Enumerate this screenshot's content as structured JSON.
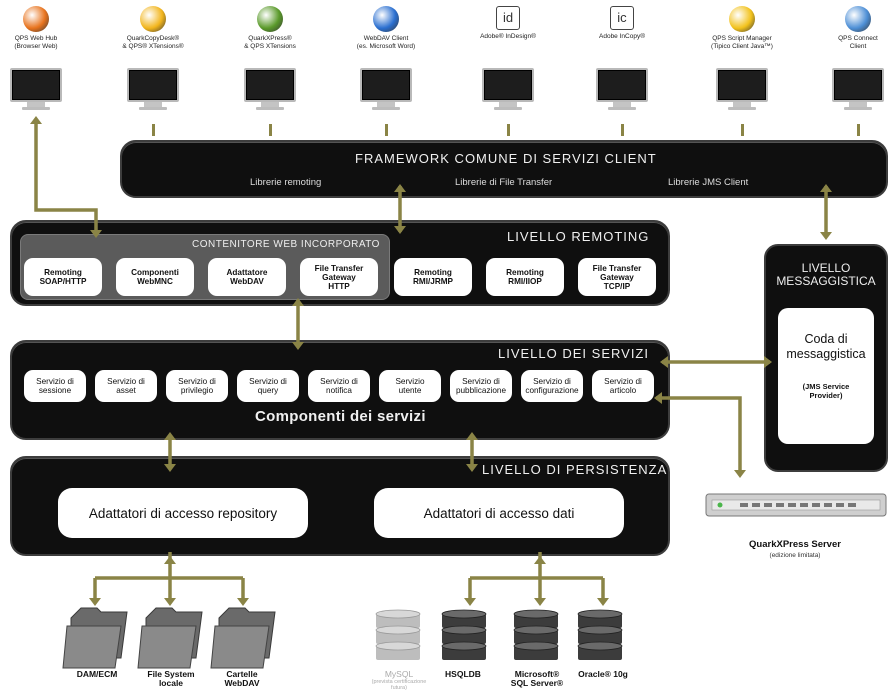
{
  "clients": [
    {
      "label": "QPS Web Hub\n(Browser Web)",
      "icon": "firefox-icon",
      "color": "#e8731d"
    },
    {
      "label": "QuarkCopyDesk®\n& QPS® XTensions®",
      "icon": "quarkcopydesk-icon",
      "color": "#f2b51c"
    },
    {
      "label": "QuarkXPress®\n& QPS XTensions",
      "icon": "quarkxpress-icon",
      "color": "#5a9a2a"
    },
    {
      "label": "WebDAV Client\n(es. Microsoft Word)",
      "icon": "webdav-icon",
      "color": "#2a6fd0"
    },
    {
      "label": "Adobe® InDesign®",
      "icon": "indesign-icon",
      "glyph": "id"
    },
    {
      "label": "Adobe InCopy®",
      "icon": "incopy-icon",
      "glyph": "ic"
    },
    {
      "label": "QPS Script Manager\n(Tipico Client Java™)",
      "icon": "script-manager-icon",
      "color": "#f2c21c"
    },
    {
      "label": "QPS Connect\nClient",
      "icon": "qps-connect-icon",
      "color": "#4d8fd6"
    }
  ],
  "framework": {
    "title": "FRAMEWORK COMUNE DI SERVIZI CLIENT",
    "libs": [
      "Librerie remoting",
      "Librerie di File Transfer",
      "Librerie JMS Client"
    ]
  },
  "remoting": {
    "title": "LIVELLO REMOTING",
    "web_container": "CONTENITORE WEB INCORPORATO",
    "web_items": [
      "Remoting\nSOAP/HTTP",
      "Componenti\nWebMNC",
      "Adattatore\nWebDAV",
      "File Transfer\nGateway\nHTTP"
    ],
    "items": [
      "Remoting\nRMI/JRMP",
      "Remoting\nRMI/IIOP",
      "File Transfer\nGateway\nTCP/IP"
    ]
  },
  "services": {
    "title": "LIVELLO DEI SERVIZI",
    "items": [
      "Servizio di\nsessione",
      "Servizio di\nasset",
      "Servizio di\nprivilegio",
      "Servizio di\nquery",
      "Servizio di\nnotifica",
      "Servizio\nutente",
      "Servizio di\npubblicazione",
      "Servizio di\nconfigurazione",
      "Servizio di\narticolo"
    ],
    "caption": "Componenti dei servizi"
  },
  "persistence": {
    "title": "LIVELLO DI PERSISTENZA",
    "repo": "Adattatori di accesso repository",
    "data": "Adattatori di accesso dati"
  },
  "messaging": {
    "title": "LIVELLO\nMESSAGGISTICA",
    "queue": "Coda di\nmessaggistica",
    "provider": "(JMS Service\nProvider)"
  },
  "server": {
    "name": "QuarkXPress Server",
    "edition": "(edizione limitata)"
  },
  "repositories": [
    "DAM/ECM",
    "File System\nlocale",
    "Cartelle\nWebDAV"
  ],
  "databases": [
    {
      "label": "MySQL",
      "note": "(prevista certificazione\nfutura)",
      "gray": true
    },
    {
      "label": "HSQLDB",
      "gray": false
    },
    {
      "label": "Microsoft®\nSQL Server®",
      "gray": false
    },
    {
      "label": "Oracle® 10g",
      "gray": false
    }
  ],
  "colors": {
    "arrow": "#8a8446",
    "bar": "#0f0f0f"
  }
}
